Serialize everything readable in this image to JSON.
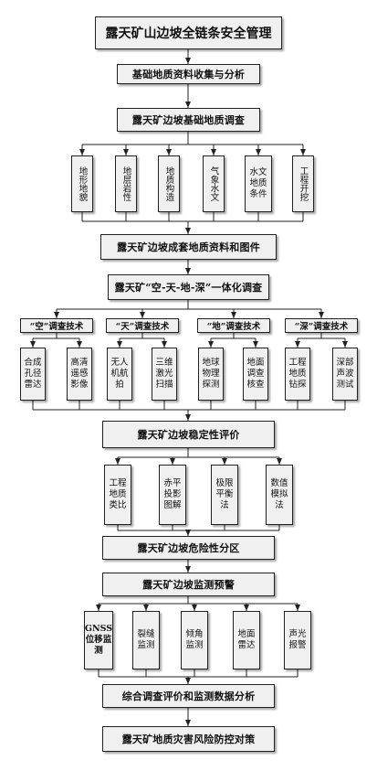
{
  "title": "露天矿山边坡全链条安全管理",
  "step1": "基础地质资料收集与分析",
  "step2": "露天矿边坡基础地质调查",
  "survey_items": [
    "地形地貌",
    "地层岩性",
    "地质构造",
    "气象水文",
    "水文地质条件",
    "工程开挖"
  ],
  "step3": "露天矿边坡成套地质资料和图件",
  "step4": "露天矿“空-天-地-深”一体化调查",
  "tech_groups": [
    {
      "label": "“空”调查技术",
      "items": [
        "合成孔径雷达",
        "高清遥感影像"
      ]
    },
    {
      "label": "“天”调查技术",
      "items": [
        "无人机航拍",
        "三维激光扫描"
      ]
    },
    {
      "label": "“地”调查技术",
      "items": [
        "地球物理探测",
        "地面调查核查"
      ]
    },
    {
      "label": "“深”调查技术",
      "items": [
        "工程地质钻探",
        "深部声波测试"
      ]
    }
  ],
  "step5": "露天矿边坡稳定性评价",
  "eval_items": [
    "工程地质类比",
    "赤平投影图解",
    "极限平衡法",
    "数值模拟法"
  ],
  "step6": "露天矿边坡危险性分区",
  "step7": "露天矿边坡监测预警",
  "monitor_items": [
    "GNSS位移监测",
    "裂缝监测",
    "倾角监测",
    "地面雷达",
    "声光报警"
  ],
  "step8": "综合调查评价和监测数据分析",
  "step9": "露天矿地质灾害风险防控对策"
}
